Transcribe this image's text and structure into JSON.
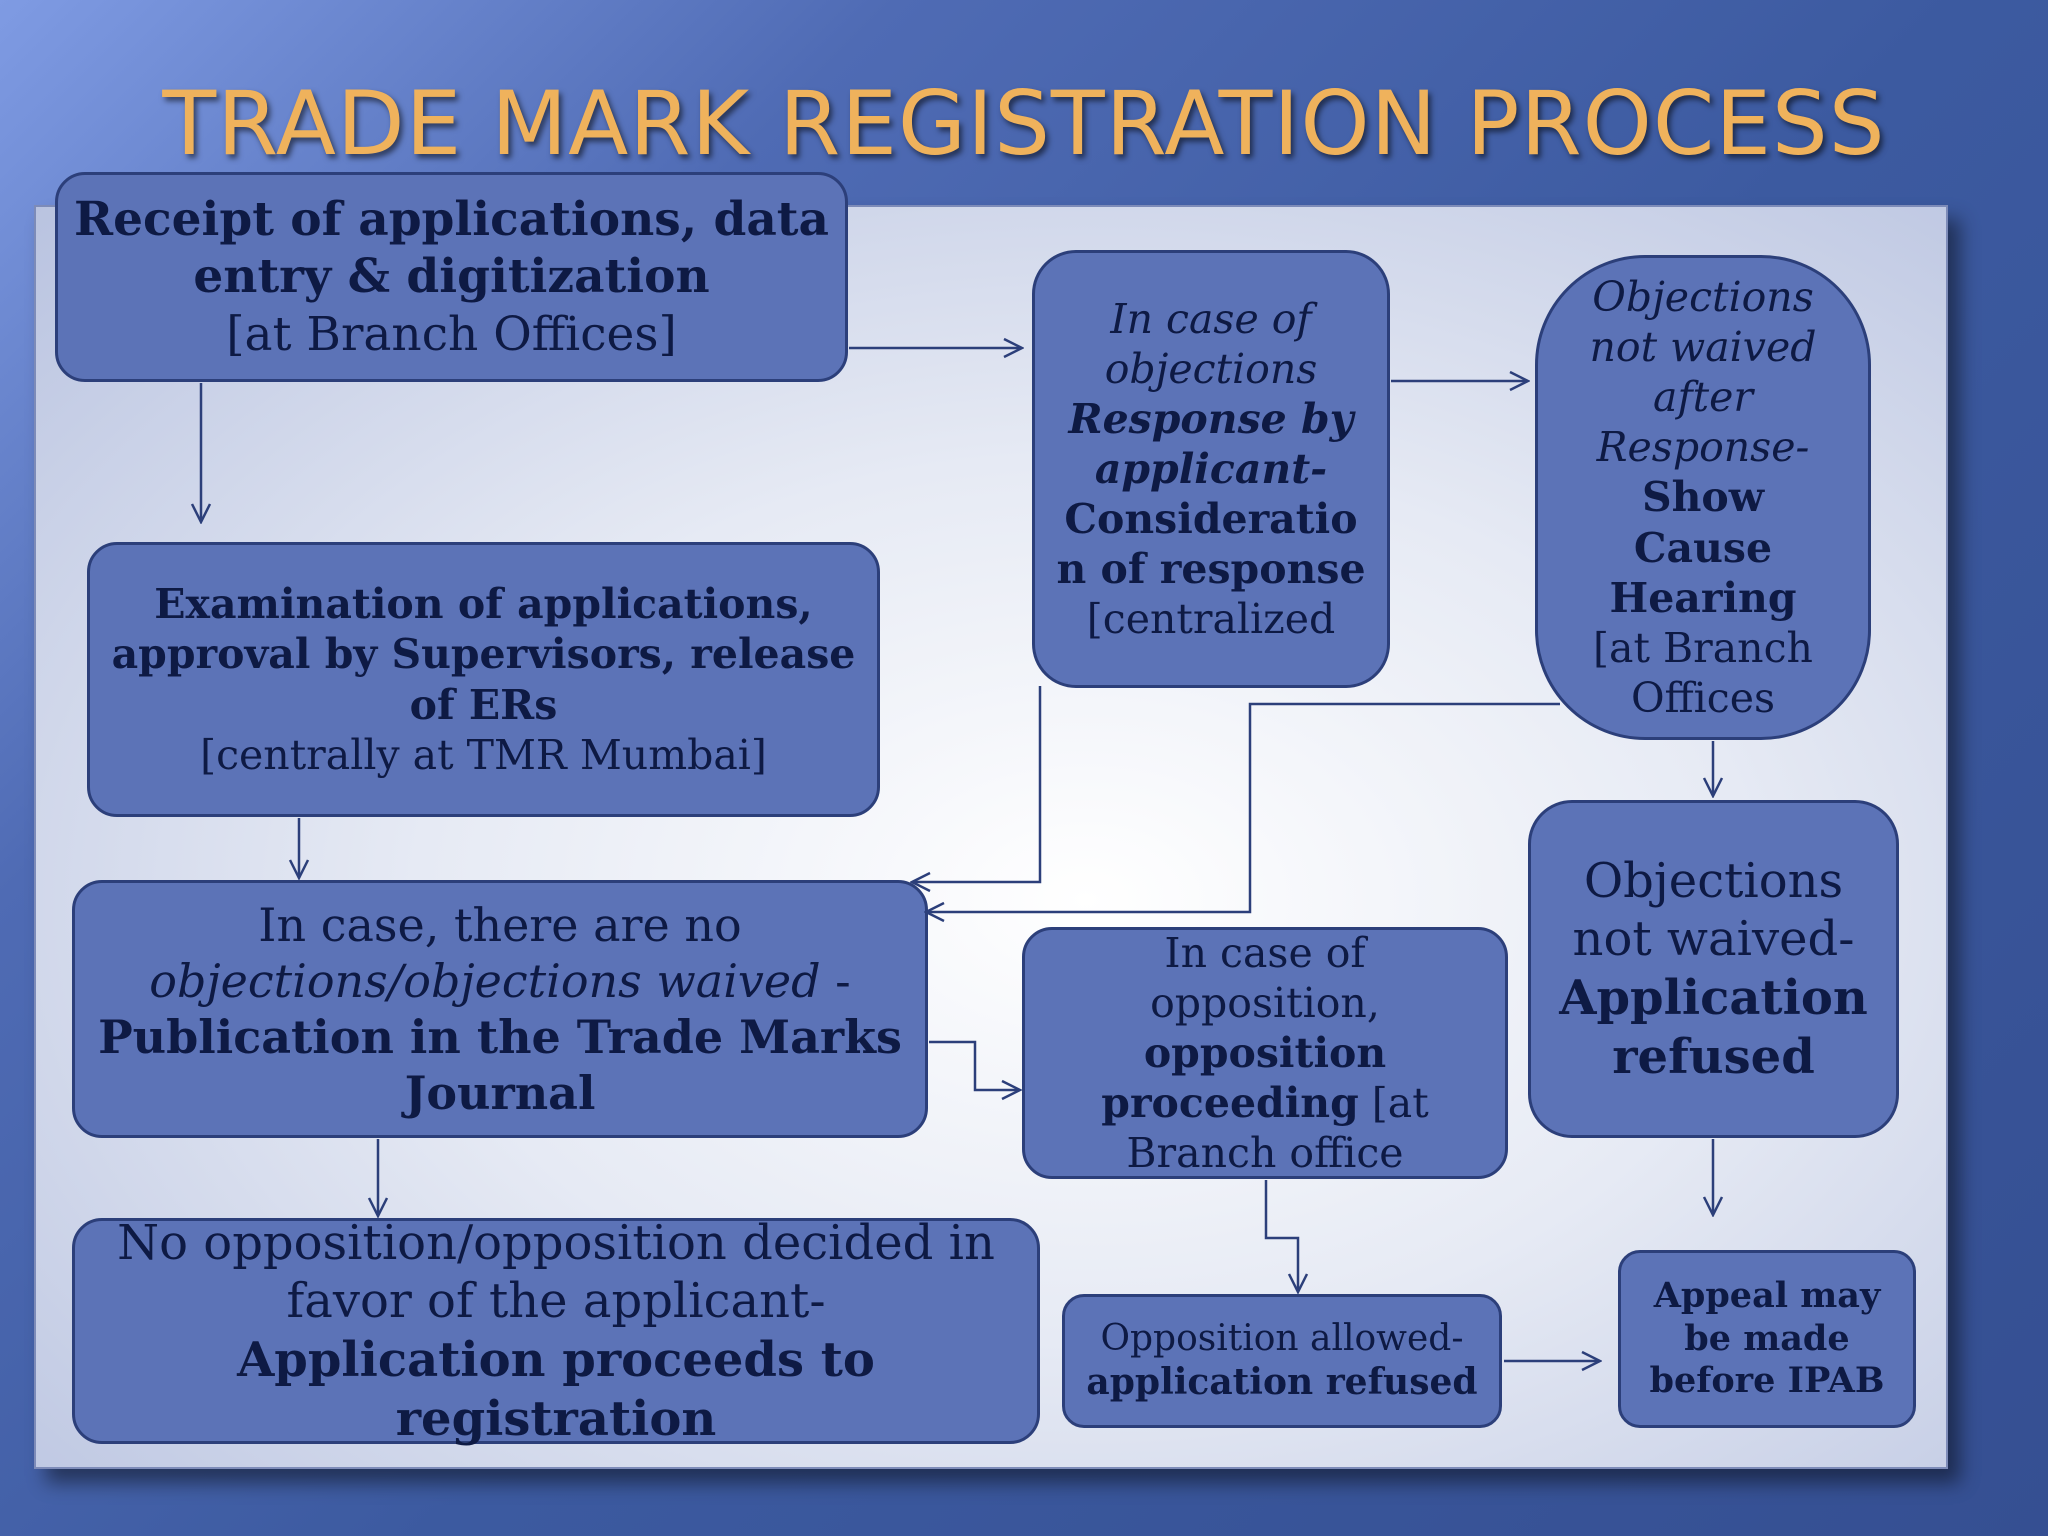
{
  "title": "TRADE MARK REGISTRATION PROCESS",
  "boxes": {
    "receipt": {
      "line1": "Receipt of applications, data",
      "line2": "entry & digitization",
      "line3": "[at  Branch Offices]"
    },
    "examination": {
      "line1": "Examination of applications,",
      "line2": "approval by Supervisors, release",
      "line3": "of ERs",
      "line4": "[centrally at TMR Mumbai]"
    },
    "publication": {
      "line1": "In case, there are no",
      "line2": "objections/objections waived",
      "line2b": " -",
      "line3": "Publication in the Trade Marks",
      "line4": "Journal"
    },
    "registration": {
      "line1": "No opposition/opposition decided in",
      "line2": "favor of the applicant-",
      "line3": "Application proceeds to registration"
    },
    "response": {
      "line1": "In case of",
      "line2": "objections",
      "line3": "Response by",
      "line4": "applicant-",
      "line5": "Consideratio",
      "line6": "n of response",
      "line7": "[centralized"
    },
    "show_cause": {
      "line1": "Objections",
      "line2": "not waived",
      "line3": "after",
      "line4": "Response-",
      "line5": "Show",
      "line6": "Cause",
      "line7": "Hearing",
      "line8": "[at Branch",
      "line9": "Offices"
    },
    "opposition": {
      "line1": "In case of",
      "line2": "opposition,",
      "line3": "opposition",
      "line4a": "proceeding",
      "line4b": " [at",
      "line5": "Branch office"
    },
    "refused": {
      "line1": "Objections",
      "line2": "not waived-",
      "line3": "Application",
      "line4": "refused"
    },
    "opposition_allowed": {
      "line1": "Opposition allowed-",
      "line2": "application refused"
    },
    "appeal": {
      "line1": "Appeal may",
      "line2": "be made",
      "line3": "before IPAB"
    }
  }
}
